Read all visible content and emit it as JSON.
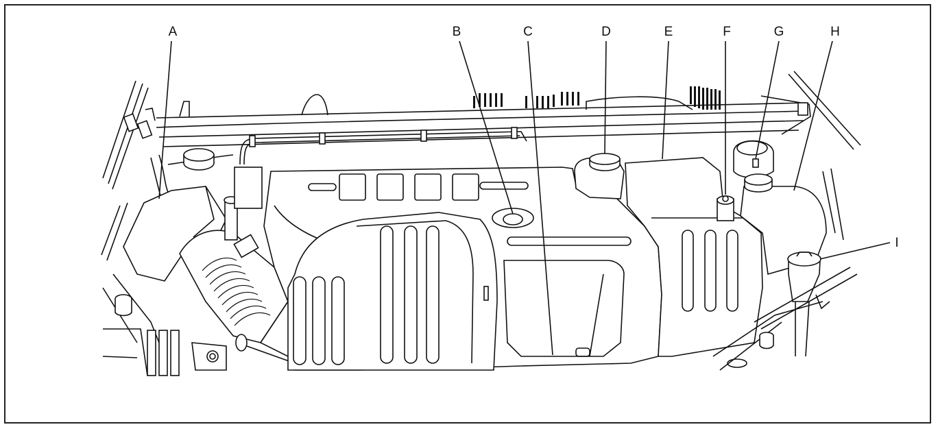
{
  "figure": {
    "callouts": [
      {
        "id": "A",
        "text": "A"
      },
      {
        "id": "B",
        "text": "B"
      },
      {
        "id": "C",
        "text": "C"
      },
      {
        "id": "D",
        "text": "D"
      },
      {
        "id": "E",
        "text": "E"
      },
      {
        "id": "F",
        "text": "F"
      },
      {
        "id": "G",
        "text": "G"
      },
      {
        "id": "H",
        "text": "H"
      },
      {
        "id": "I",
        "text": "I"
      }
    ]
  },
  "colors": {
    "line": "#111111",
    "background": "#ffffff"
  }
}
